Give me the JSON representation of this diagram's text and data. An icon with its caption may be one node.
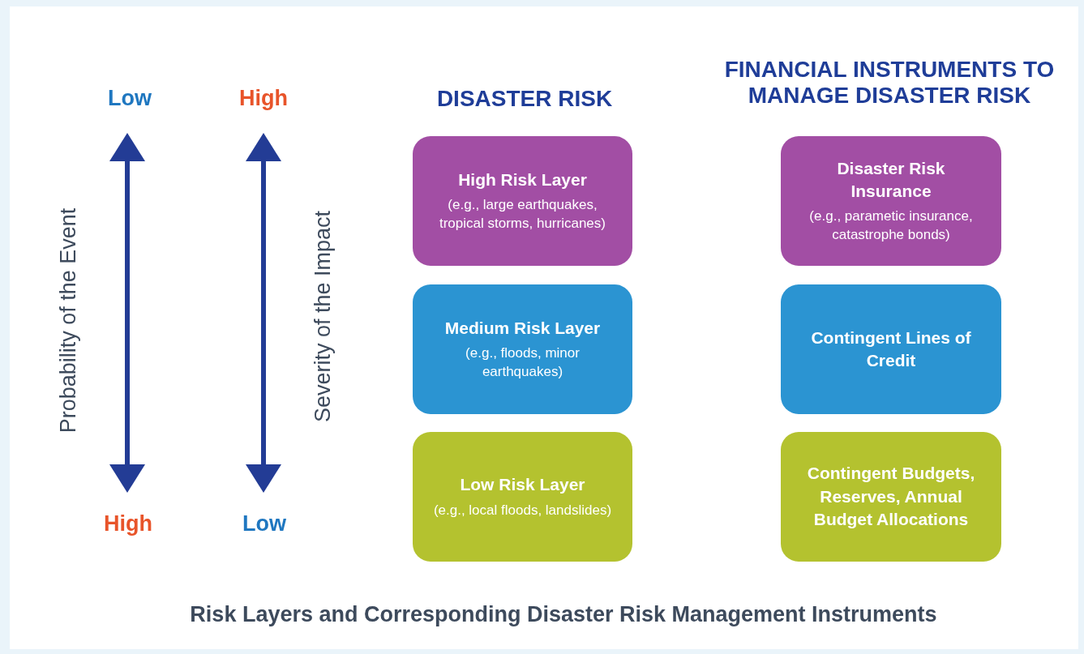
{
  "diagram": {
    "caption": "Risk Layers and Corresponding Disaster Risk Management Instruments",
    "nodes": [
      {
        "text": [
          "High Risk Layer",
          "(e.g., large earthquakes, tropical storms, hurricanes)"
        ]
      },
      {
        "text": [
          "Disaster Risk Insurance",
          "(e.g., parametic insurance, catastrophe bonds)"
        ]
      },
      {
        "text": [
          "Medium Risk Layer",
          "(e.g., floods, minor earthquakes)"
        ]
      },
      {
        "text": [
          "Contingent Lines of Credit"
        ]
      },
      {
        "text": [
          "Low Risk Layer",
          "(e.g., local floods, landslides)"
        ]
      },
      {
        "text": [
          "Contingent Budgets, Reserves, Annual Budget Allocations"
        ]
      }
    ],
    "edges": [],
    "labels": [
      "Low",
      "High",
      "DISASTER RISK",
      "FINANCIAL INSTRUMENTS TO MANAGE DISASTER RISK",
      "Probability of the Event",
      "Severity of the Impact",
      "High",
      "Low"
    ]
  }
}
